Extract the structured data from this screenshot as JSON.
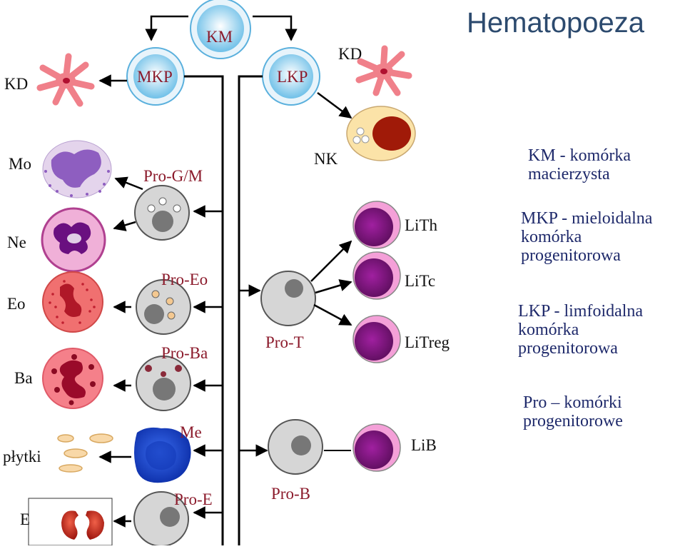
{
  "title": "Hematopoeza",
  "nodes": {
    "km": "KM",
    "mkp": "MKP",
    "lkp": "LKP",
    "nk": "NK",
    "kd_left": "KD",
    "kd_right": "KD",
    "pro_gm": "Pro-G/M",
    "pro_eo": "Pro-Eo",
    "pro_ba": "Pro-Ba",
    "me": "Me",
    "pro_e": "Pro-E",
    "pro_t": "Pro-T",
    "pro_b": "Pro-B",
    "mo": "Mo",
    "ne": "Ne",
    "eo": "Eo",
    "ba": "Ba",
    "plytki": "płytki",
    "e": "E",
    "lith": "LiTh",
    "litc": "LiTc",
    "litreg": "LiTreg",
    "lib": "LiB"
  },
  "legend": {
    "km": [
      "KM - komórka",
      "macierzysta"
    ],
    "mkp": [
      "MKP - mieloidalna",
      "komórka",
      "progenitorowa"
    ],
    "lkp": [
      "LKP - limfoidalna",
      "komórka",
      "progenitorowa"
    ],
    "pro": [
      "Pro – komórki",
      "progenitorowe"
    ]
  },
  "colors": {
    "title": "#2c4a6e",
    "legend_text": "#1f2a6b",
    "label_red": "#8b1a2b",
    "stem_cell": "#7ec8ea",
    "progenitor_gray": "#d3d3d3",
    "lymphocyte": "#8b1a8b",
    "eosinophil": "#f07070",
    "basophil": "#f5808a",
    "megakaryocyte": "#1e50d8",
    "erythrocyte": "#c8281a"
  }
}
